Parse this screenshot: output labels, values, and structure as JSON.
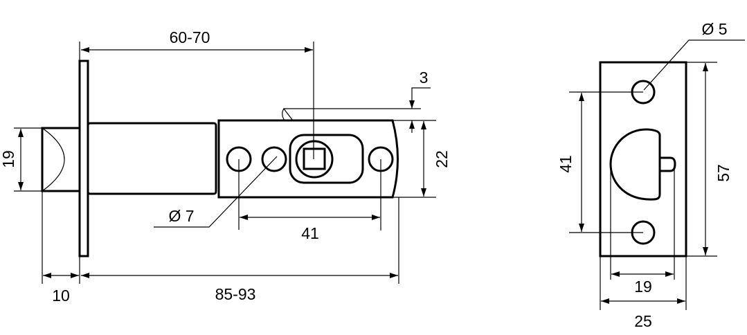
{
  "latch_side_view": {
    "dim_backset": "60-70",
    "dim_tab_offset": "3",
    "dim_plate_height": "22",
    "dim_bolt_height": "19",
    "dim_hole_diameter": "Ø 7",
    "dim_hole_spacing": "41",
    "dim_faceplate_offset": "10",
    "dim_total_length": "85-93"
  },
  "strike_plate_view": {
    "dim_hole_diameter": "Ø 5",
    "dim_hole_spacing": "41",
    "dim_height": "57",
    "dim_opening_width": "19",
    "dim_width": "25"
  }
}
